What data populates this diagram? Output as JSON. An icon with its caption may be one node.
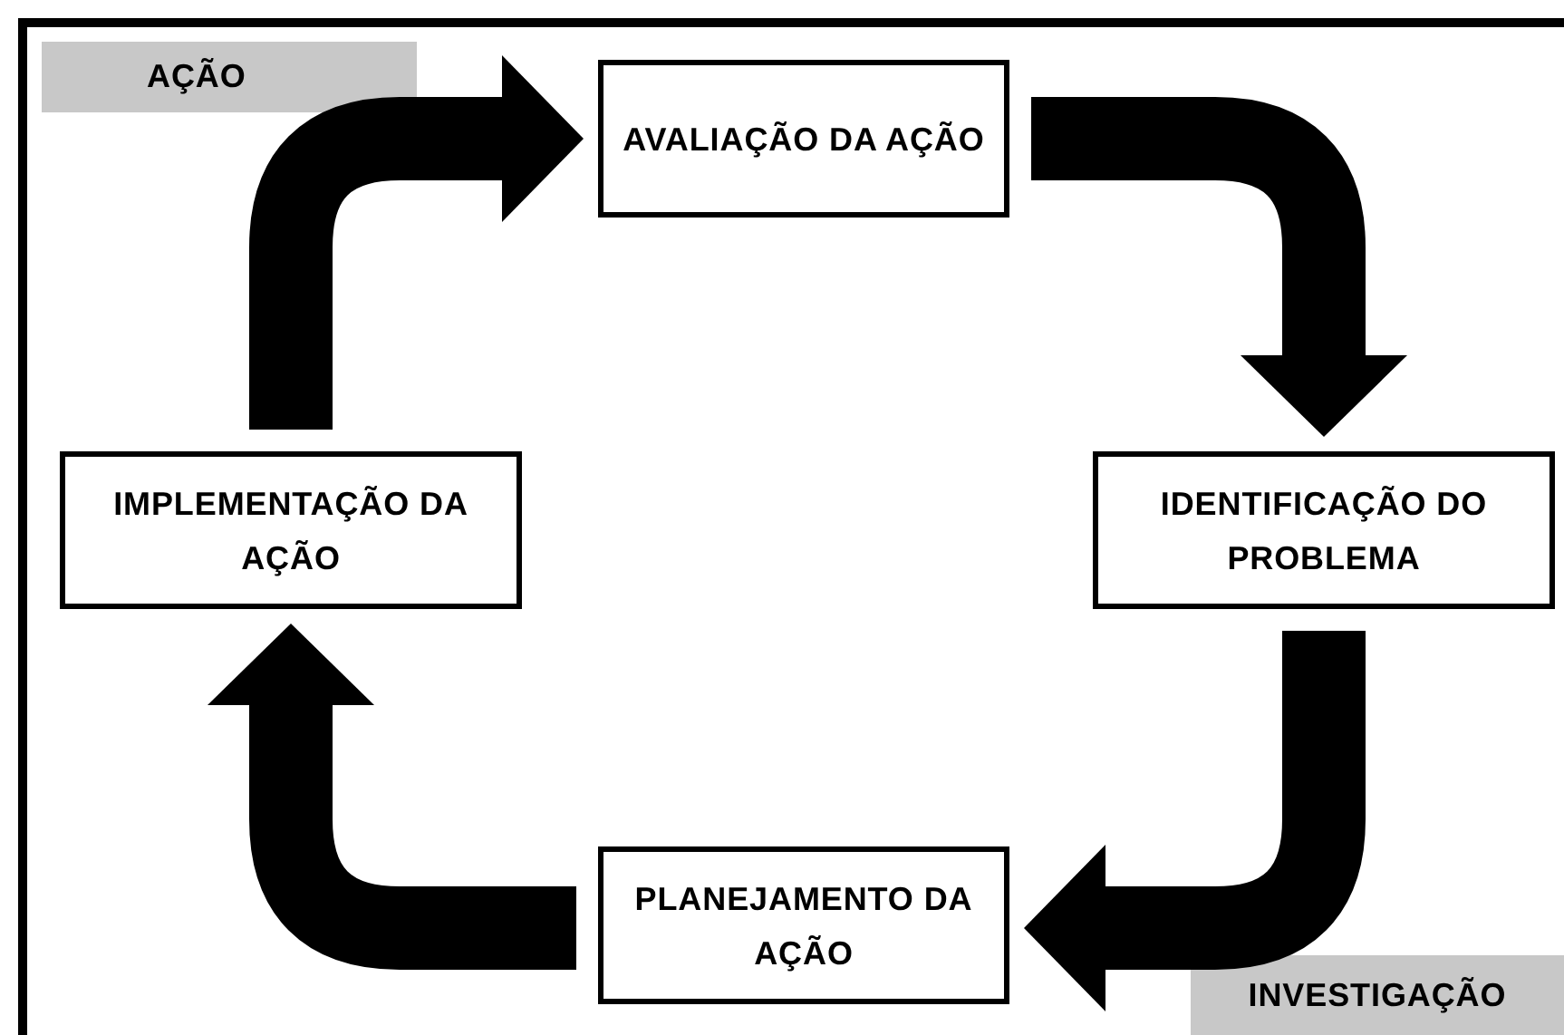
{
  "diagram": {
    "nodes": [
      {
        "text": [
          "AVALIAÇÃO DA AÇÃO"
        ]
      },
      {
        "text": [
          "IDENTIFICAÇÃO DO PROBLEMA"
        ]
      },
      {
        "text": [
          "PLANEJAMENTO DA AÇÃO"
        ]
      },
      {
        "text": [
          "IMPLEMENTAÇÃO DA AÇÃO"
        ]
      }
    ],
    "edges": [
      {
        "from": 3,
        "to": 0,
        "arrow": "to"
      },
      {
        "from": 0,
        "to": 1,
        "arrow": "to"
      },
      {
        "from": 1,
        "to": 2,
        "arrow": "to"
      },
      {
        "from": 2,
        "to": 3,
        "arrow": "to"
      }
    ],
    "labels": [
      "AÇÃO",
      "INVESTIGAÇÃO"
    ]
  }
}
